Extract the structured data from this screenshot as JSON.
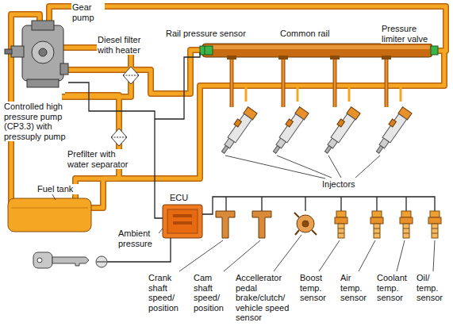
{
  "diagram": {
    "labels": [
      "Gear pump",
      "Diesel filter with heater",
      "Rail pressure sensor",
      "Common rail",
      "Pressure limiter valve",
      "Controlled high pressure pump (CP3.3) with pressuply pump",
      "Prefilter with water separator",
      "Fuel tank",
      "ECU",
      "Injectors",
      "Ambient pressure",
      "Crank shaft speed/ position",
      "Cam shaft speed/ position",
      "Accellerator pedal brake/clutch/ vehicle speed sensor",
      "Boost temp. sensor",
      "Air temp. sensor",
      "Coolant temp. sensor",
      "Oil/ temp. sensor"
    ]
  }
}
